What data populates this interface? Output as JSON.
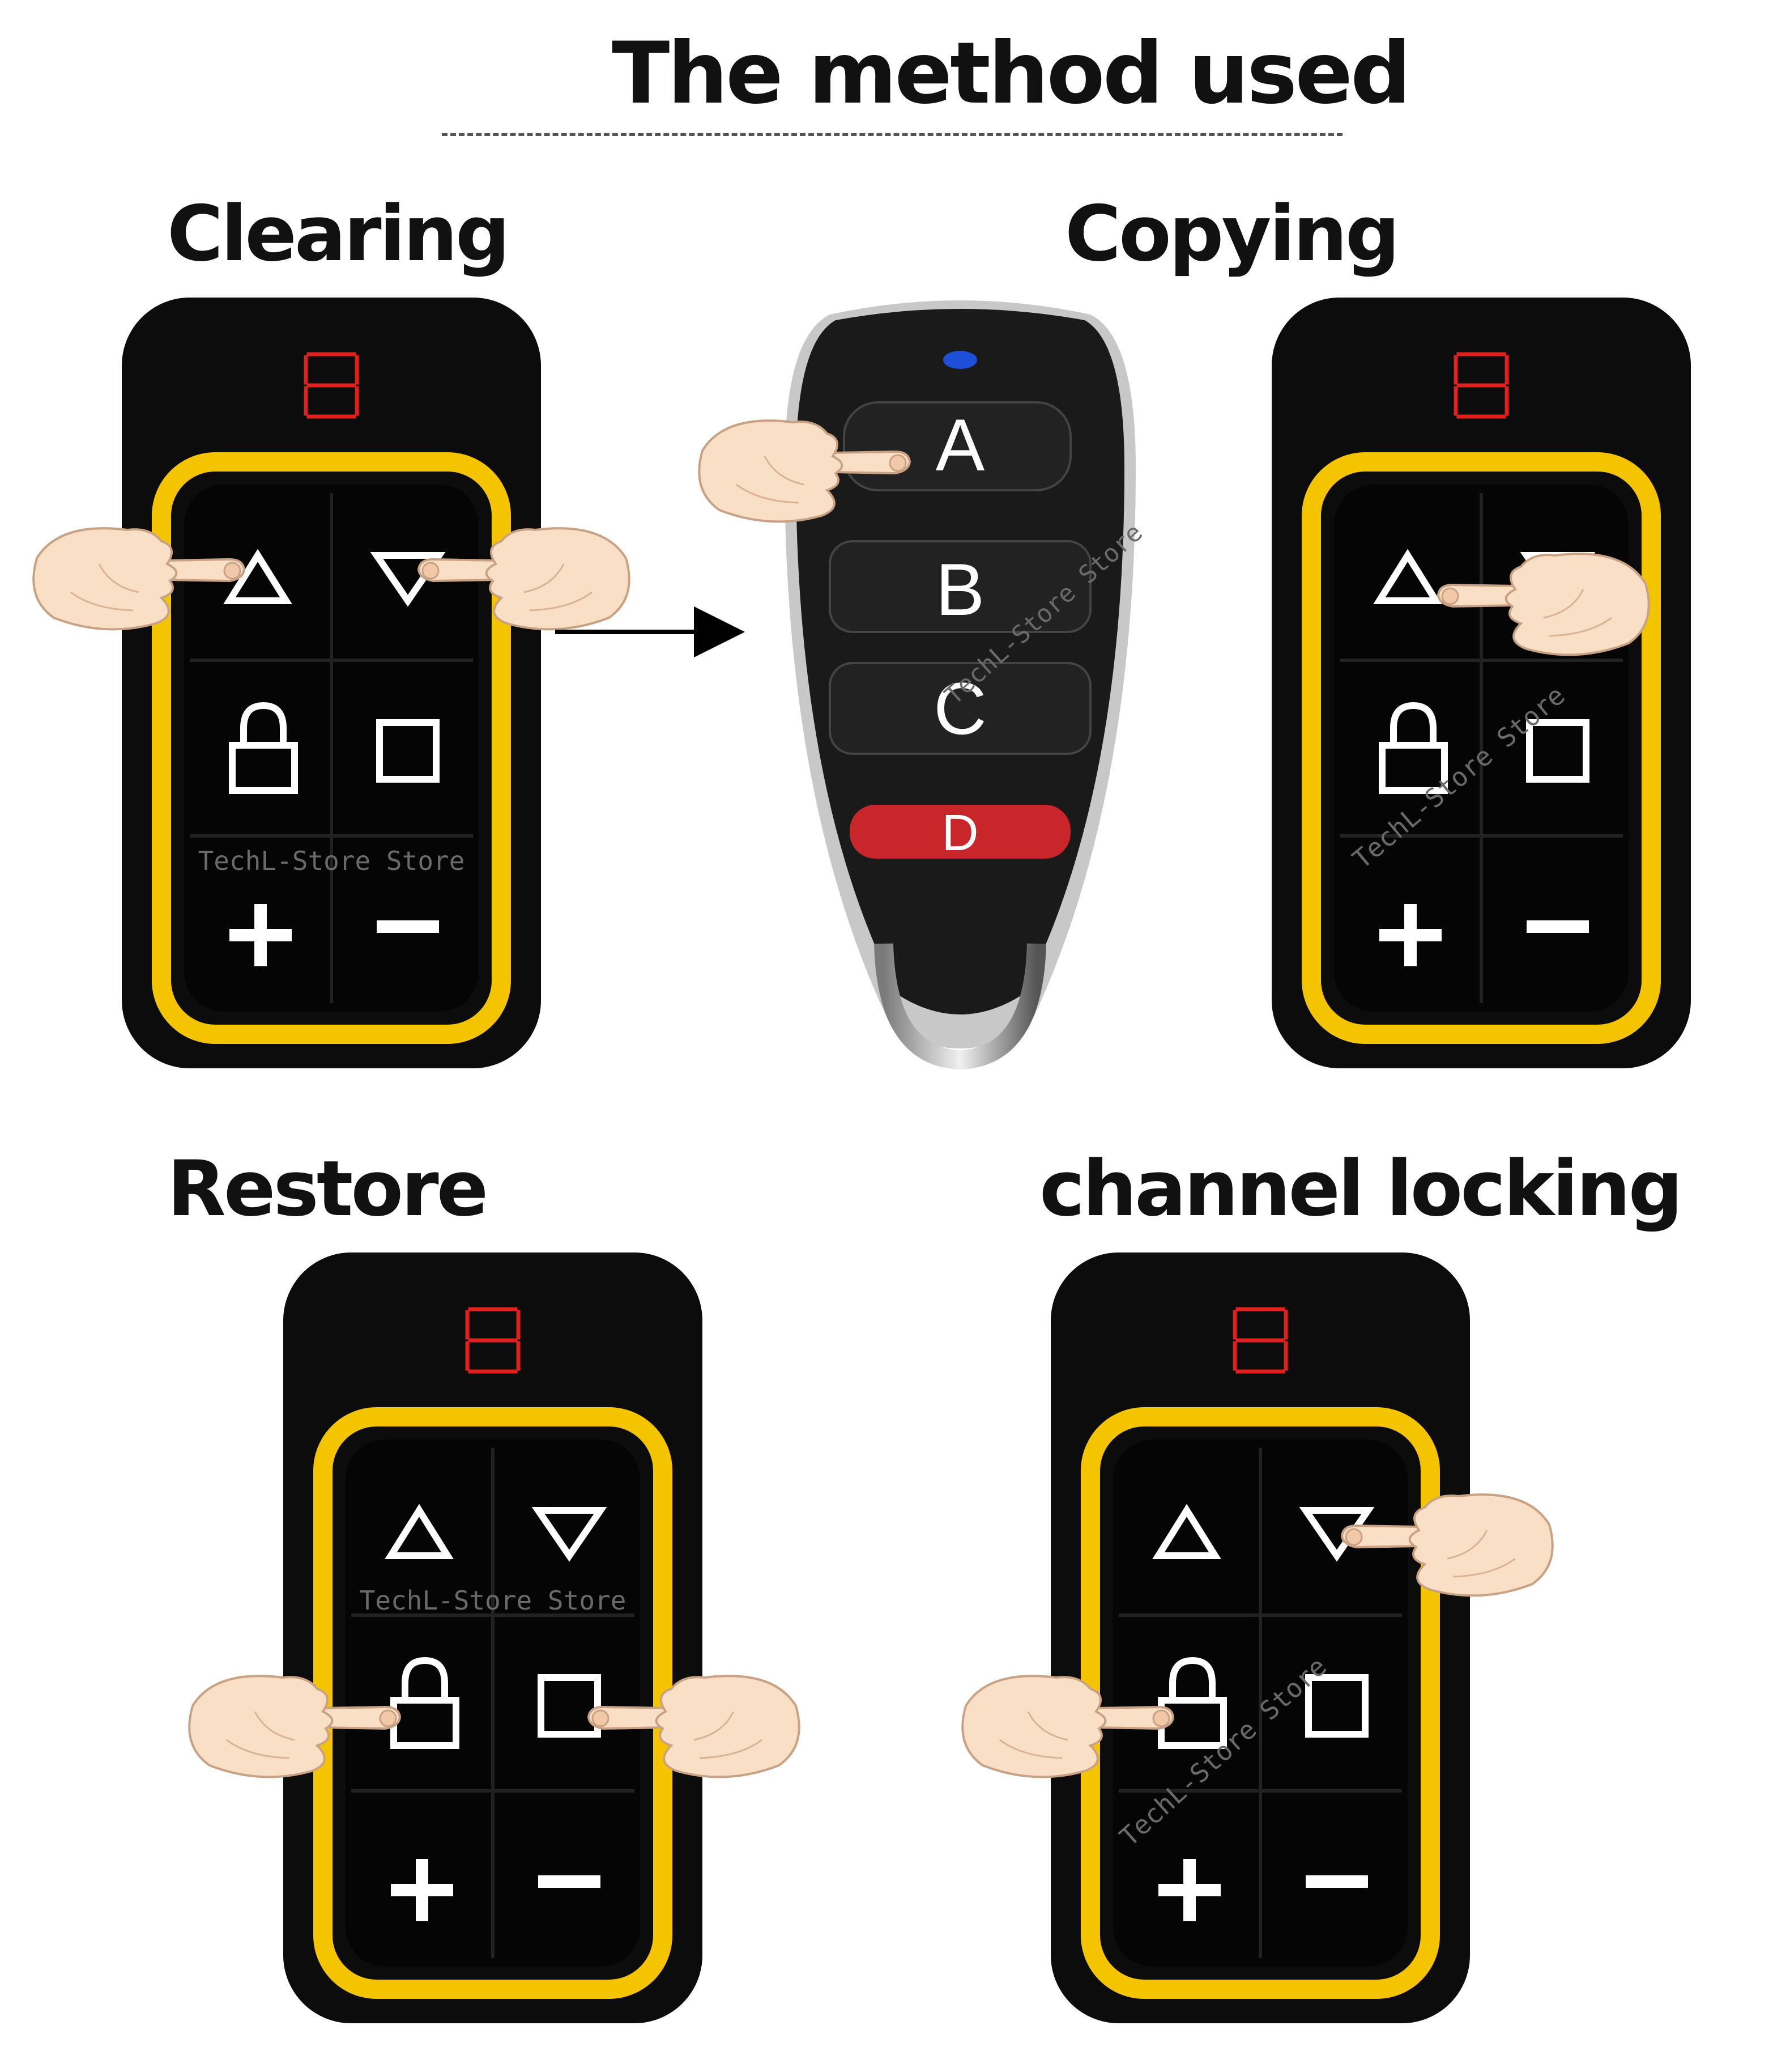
{
  "title": "The method used",
  "sections": {
    "clearing": "Clearing",
    "copying": "Copying",
    "restore": "Restore",
    "channel_locking": "channel locking"
  },
  "target_remote": {
    "buttons": [
      "A",
      "B",
      "C",
      "D"
    ],
    "indicator_color": "#1e4fd8",
    "d_button_color": "#c8262b"
  },
  "keypad": {
    "display": "8",
    "display_color": "#e0201c",
    "frame_color": "#f5c400",
    "keys": [
      "up-triangle",
      "down-triangle",
      "lock",
      "square",
      "plus",
      "minus"
    ]
  },
  "watermark": "TechL-Store Store",
  "colors": {
    "background": "#ffffff",
    "text": "#111111"
  }
}
